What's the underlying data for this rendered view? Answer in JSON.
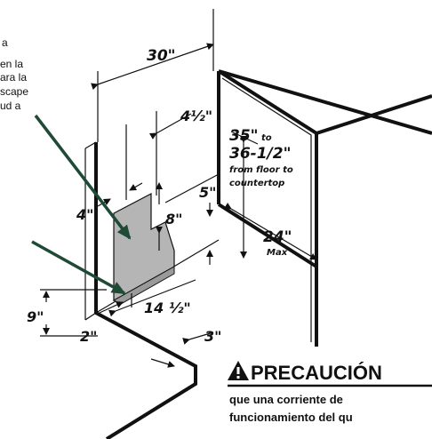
{
  "note_lines": [
    "a",
    "en la",
    "ara la",
    "scape",
    "ud a"
  ],
  "dimensions": {
    "width_30": "30\"",
    "w_4_half": "4½\"",
    "height_35": "35\"",
    "height_to": "to",
    "height_36": "36-1/2\"",
    "from_floor_1": "from floor to",
    "from_floor_2": "countertop",
    "d_5": "5\"",
    "d_8": "8\"",
    "d_4": "4\"",
    "d_24": "24\"",
    "d_max": "Max",
    "d_9": "9\"",
    "d_14_half": "14 ½\"",
    "d_3": "3\"",
    "d_2": "2\""
  },
  "warning": {
    "icon": "warning-triangle-icon",
    "title": "PRECAUCIÓN",
    "line1": "que una corriente de",
    "line2": "funcionamiento del qu"
  },
  "colors": {
    "arrow": "#1f4a36",
    "shade": "#b5b5b5",
    "ink": "#111111"
  }
}
